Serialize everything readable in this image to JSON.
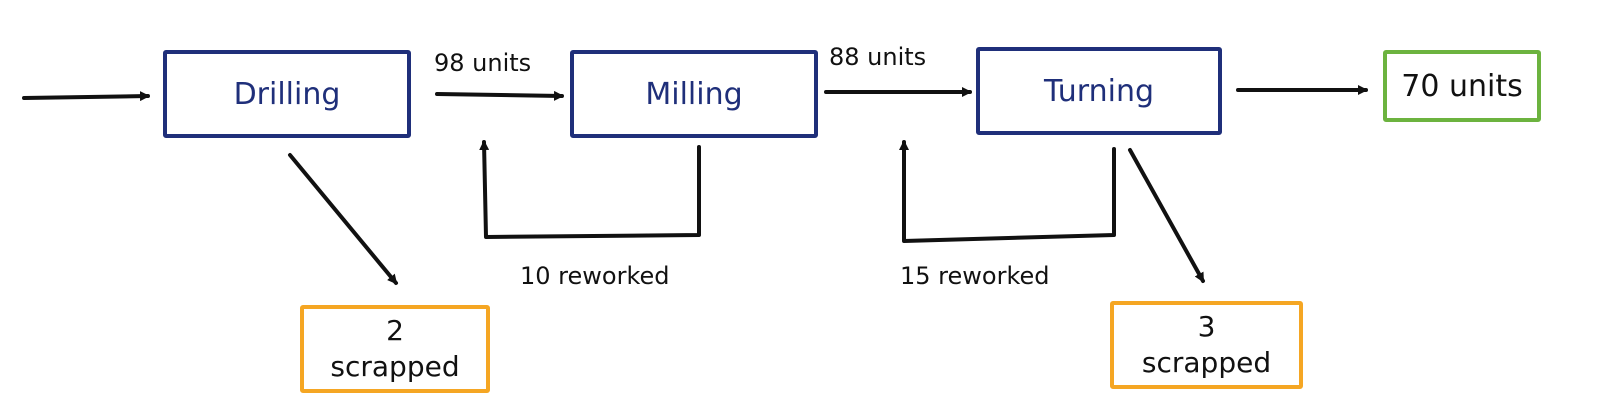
{
  "diagram": {
    "processes": {
      "drilling": "Drilling",
      "milling": "Milling",
      "turning": "Turning"
    },
    "flows": {
      "drilling_to_milling": "98 units",
      "milling_to_turning": "88 units"
    },
    "output": "70 units",
    "rework": {
      "milling": "10 reworked",
      "turning": "15 reworked"
    },
    "scrap": {
      "drilling": {
        "count": "2",
        "label": "scrapped"
      },
      "turning": {
        "count": "3",
        "label": "scrapped"
      }
    },
    "colors": {
      "process_border": "#1f2f7a",
      "output_border": "#6cb33f",
      "scrap_border": "#f5a623",
      "arrow": "#111111"
    }
  }
}
